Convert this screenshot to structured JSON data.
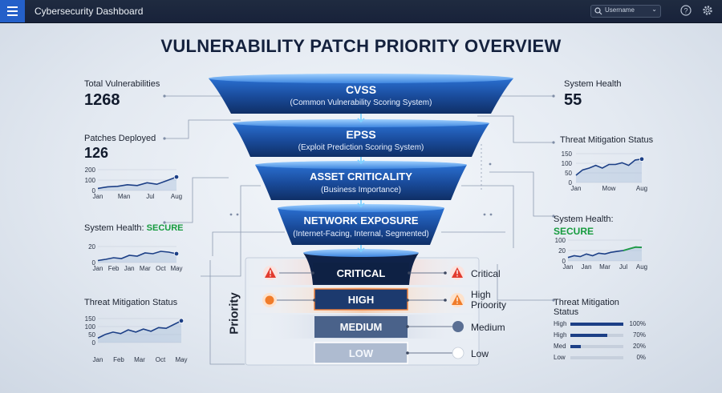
{
  "app": {
    "title": "Cybersecurity Dashboard",
    "search_placeholder": "Username"
  },
  "page_title": "VULNERABILITY PATCH PRIORITY OVERVIEW",
  "funnel": [
    {
      "title": "CVSS",
      "subtitle": "(Common Vulnerability Scoring System)"
    },
    {
      "title": "EPSS",
      "subtitle": "(Exploit Prediction Scoring System)"
    },
    {
      "title": "ASSET CRITICALITY",
      "subtitle": "(Business Importance)"
    },
    {
      "title": "NETWORK EXPOSURE",
      "subtitle": "(Internet-Facing, Internal, Segmented)"
    }
  ],
  "priority": {
    "axis_label": "Priority",
    "levels": [
      {
        "label": "CRITICAL",
        "legend": "Critical",
        "color": "#e23b2e"
      },
      {
        "label": "HIGH",
        "legend": "High\nPrioority",
        "color": "#f07c2a"
      },
      {
        "label": "MEDIUM",
        "legend": "Medium",
        "color": "#5a6f93"
      },
      {
        "label": "LOW",
        "legend": "Low",
        "color": "#ffffff"
      }
    ]
  },
  "left": {
    "total": {
      "label": "Total Vulnerabilities",
      "value": "1268"
    },
    "patches": {
      "label": "Patches Deployed",
      "value": "126"
    },
    "health": {
      "label": "System Health: ",
      "status": "SECURE"
    },
    "threat": {
      "label": "Threat Mitigation Status"
    }
  },
  "right": {
    "health": {
      "label": "System Health",
      "value": "55"
    },
    "threat": {
      "label": "Threat Mitigation Status"
    },
    "health2": {
      "label": "System Health:",
      "status": "SECURE"
    },
    "threat2": {
      "label": "Threat Mitigation\nStatus",
      "rows": [
        {
          "label": "High",
          "value": 1.0,
          "text": "100%"
        },
        {
          "label": "High",
          "value": 0.7,
          "text": "70%"
        },
        {
          "label": "Med",
          "value": 0.2,
          "text": "20%"
        },
        {
          "label": "Low",
          "value": 0.0,
          "text": "0%"
        }
      ]
    }
  },
  "chart_data": [
    {
      "type": "line",
      "name": "patches",
      "categories": [
        "Jan",
        "Man",
        "Jul",
        "Aug"
      ],
      "yticks": [
        "200",
        "100",
        "0"
      ],
      "ylim": [
        0,
        200
      ],
      "values": [
        20,
        35,
        40,
        55,
        48,
        75,
        60,
        95,
        130
      ]
    },
    {
      "type": "line",
      "name": "left-health",
      "categories": [
        "Jan",
        "Feb",
        "Jan",
        "Mar",
        "Oct",
        "May"
      ],
      "yticks": [
        "20",
        "0"
      ],
      "ylim": [
        0,
        40
      ],
      "values": [
        5,
        8,
        12,
        10,
        18,
        16,
        24,
        22,
        28,
        26,
        22
      ]
    },
    {
      "type": "line",
      "name": "left-threat",
      "categories": [
        "Jan",
        "Feb",
        "Mar",
        "Oct",
        "May"
      ],
      "yticks": [
        "150",
        "100",
        "50",
        "0"
      ],
      "ylim": [
        0,
        160
      ],
      "values": [
        30,
        55,
        70,
        60,
        85,
        70,
        90,
        75,
        100,
        95,
        120,
        145
      ]
    },
    {
      "type": "line",
      "name": "right-threat",
      "categories": [
        "Jan",
        "Mow",
        "Aug"
      ],
      "yticks": [
        "150",
        "100",
        "50",
        "0"
      ],
      "ylim": [
        0,
        160
      ],
      "values": [
        40,
        70,
        80,
        95,
        80,
        100,
        100,
        110,
        95,
        125,
        130
      ]
    },
    {
      "type": "line",
      "name": "right-health",
      "categories": [
        "Jan",
        "Jan",
        "Mar",
        "Jul",
        "Aug"
      ],
      "yticks": [
        "100",
        "20",
        "0"
      ],
      "ylim": [
        0,
        120
      ],
      "values": [
        20,
        30,
        25,
        40,
        30,
        45,
        40,
        50,
        55,
        60,
        70,
        80,
        78
      ]
    }
  ]
}
